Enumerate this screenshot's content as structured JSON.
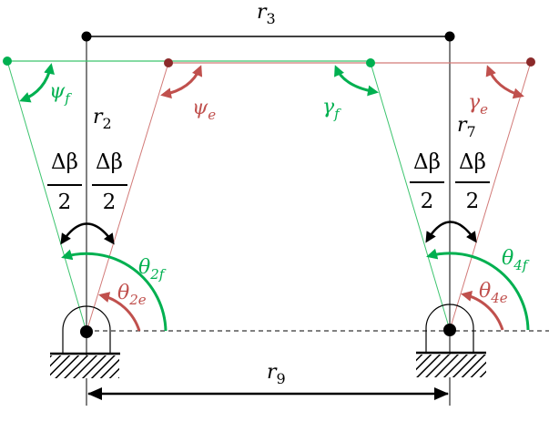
{
  "colors": {
    "black": "#000000",
    "green": "#00b050",
    "green_line": "#3cc46e",
    "red": "#c0504d",
    "red_line": "#d27a78",
    "red_dot": "#8b2a2a"
  },
  "labels": {
    "r3": {
      "sym": "r",
      "sub": "3"
    },
    "r2": {
      "sym": "r",
      "sub": "2"
    },
    "r7": {
      "sym": "r",
      "sub": "7"
    },
    "r9": {
      "sym": "r",
      "sub": "9"
    },
    "psi_f": {
      "sym": "ψ",
      "sub": "f"
    },
    "psi_e": {
      "sym": "ψ",
      "sub": "e"
    },
    "gamma_f": {
      "sym": "γ",
      "sub": "f"
    },
    "gamma_e": {
      "sym": "γ",
      "sub": "e"
    },
    "theta_2f": {
      "sym": "θ",
      "sub": "2f"
    },
    "theta_2e": {
      "sym": "θ",
      "sub": "2e"
    },
    "theta_4f": {
      "sym": "θ",
      "sub": "4f"
    },
    "theta_4e": {
      "sym": "θ",
      "sub": "4e"
    },
    "dbeta_num": "Δβ",
    "dbeta_den": "2"
  }
}
